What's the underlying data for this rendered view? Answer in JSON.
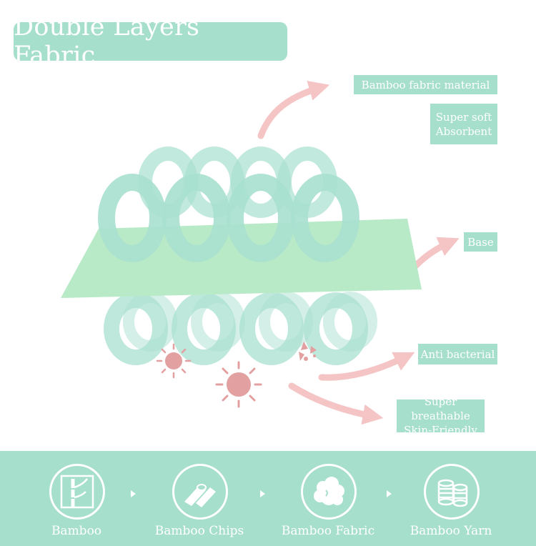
{
  "title": "Double Layers Fabric",
  "features": {
    "bamboo_fabric_material": "Bamboo fabric material",
    "soft_line1": "Super soft",
    "soft_line2": "Absorbent",
    "base": "Base",
    "anti_bacterial": "Anti bacterial",
    "breathable_line1": "Super breathable",
    "breathable_line2": "Skin-Friendly"
  },
  "process": {
    "steps": [
      {
        "label": "Bamboo",
        "icon": "bamboo-icon"
      },
      {
        "label": "Bamboo Chips",
        "icon": "bamboo-chips-icon"
      },
      {
        "label": "Bamboo Fabric",
        "icon": "cotton-fabric-icon"
      },
      {
        "label": "Bamboo Yarn",
        "icon": "yarn-spools-icon"
      }
    ],
    "separator_icon": "chevron-right-icon"
  },
  "colors": {
    "mint": "#a6dfcb",
    "loop": "#a8e0cf",
    "base_sheet": "#b8eac8",
    "arrow_pink": "#f5c4c4",
    "bacteria": "#e3a0a0",
    "white": "#ffffff"
  }
}
